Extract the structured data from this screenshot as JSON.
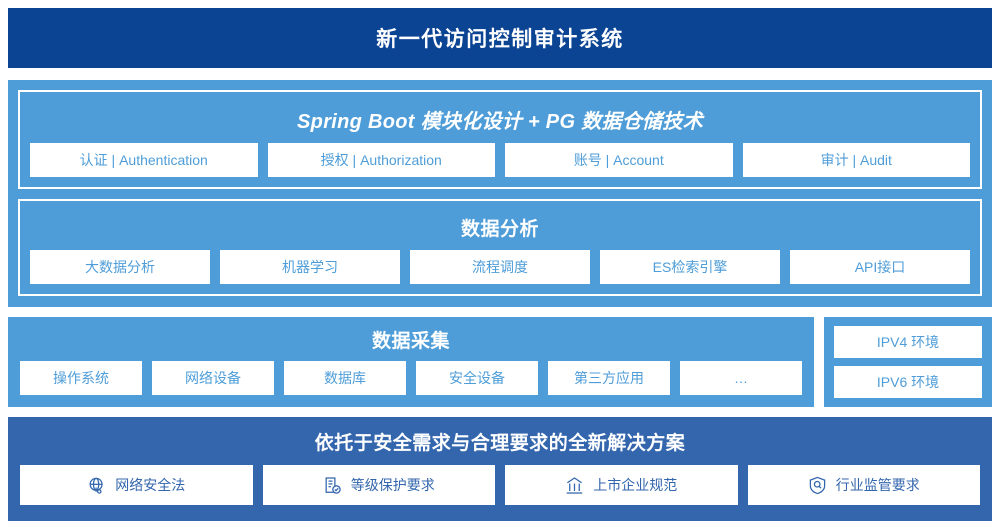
{
  "header": {
    "title": "新一代访问控制审计系统",
    "background_color": "#0c4494",
    "text_color": "#ffffff"
  },
  "theme": {
    "panel_blue": "#4e9dd8",
    "solution_blue": "#3366ad",
    "chip_background": "#ffffff",
    "chip_text_blue": "#4e9dd8",
    "solution_chip_text": "#3366ad"
  },
  "platform": {
    "groups": [
      {
        "name": "spring-boot-group",
        "title": "Spring Boot 模块化设计 + PG 数据仓储技术",
        "title_italic": true,
        "chips": [
          {
            "label": "认证 | Authentication"
          },
          {
            "label": "授权 | Authorization"
          },
          {
            "label": "账号 | Account"
          },
          {
            "label": "审计 | Audit"
          }
        ]
      },
      {
        "name": "data-analysis-group",
        "title": "数据分析",
        "title_italic": false,
        "chips": [
          {
            "label": "大数据分析"
          },
          {
            "label": "机器学习"
          },
          {
            "label": "流程调度"
          },
          {
            "label": "ES检索引擎"
          },
          {
            "label": "API接口"
          }
        ]
      }
    ]
  },
  "collection": {
    "title": "数据采集",
    "chips": [
      {
        "label": "操作系统"
      },
      {
        "label": "网络设备"
      },
      {
        "label": "数据库"
      },
      {
        "label": "安全设备"
      },
      {
        "label": "第三方应用"
      },
      {
        "label": "…"
      }
    ]
  },
  "environment": {
    "chips": [
      {
        "label": "IPV4 环境"
      },
      {
        "label": "IPV6 环境"
      }
    ]
  },
  "solution": {
    "title": "依托于安全需求与合理要求的全新解决方案",
    "chips": [
      {
        "label": "网络安全法",
        "icon": "globe-icon"
      },
      {
        "label": "等级保护要求",
        "icon": "document-check-icon"
      },
      {
        "label": "上市企业规范",
        "icon": "bank-building-icon"
      },
      {
        "label": "行业监管要求",
        "icon": "shield-search-icon"
      }
    ]
  }
}
